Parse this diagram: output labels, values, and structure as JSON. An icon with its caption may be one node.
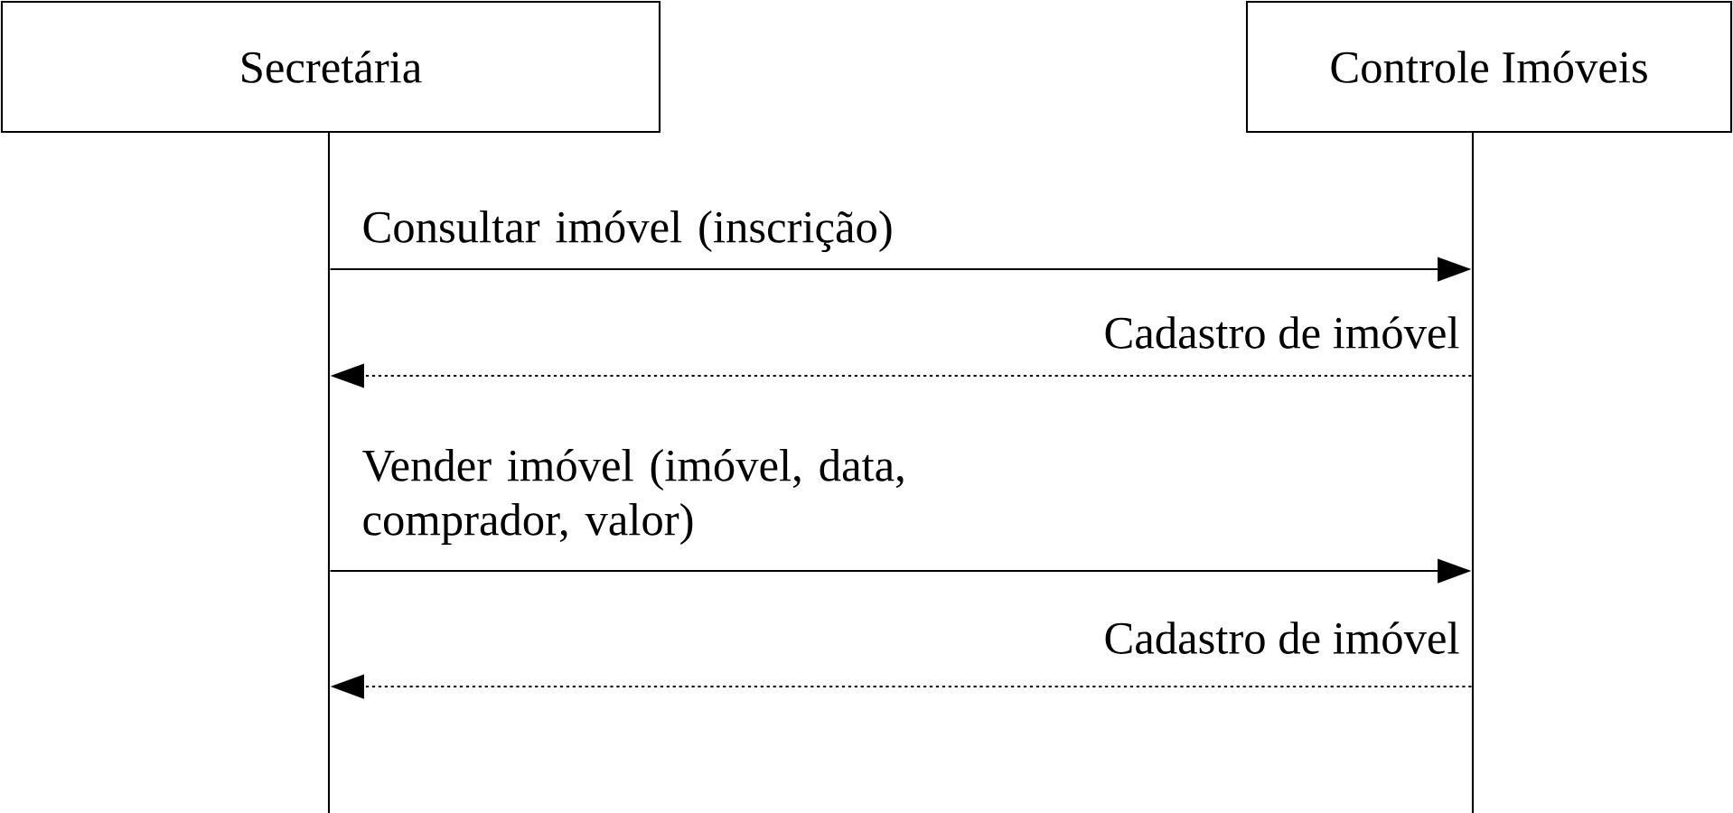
{
  "diagram": {
    "nodes": [
      {
        "text": [
          "Secretária"
        ]
      },
      {
        "text": [
          "Controle Imóveis"
        ]
      },
      {
        "text": [],
        "shape": "bar"
      },
      {
        "text": [],
        "shape": "bar"
      }
    ],
    "edges": [
      {
        "from": 2,
        "to": 3,
        "arrow": "to",
        "label": "Consultar imóvel (inscrição)"
      },
      {
        "from": 3,
        "to": 2,
        "arrow": "to",
        "label": "Cadastro de imóvel",
        "style": "dashed"
      },
      {
        "from": 2,
        "to": 3,
        "arrow": "to",
        "label": "Vender imóvel (imóvel, data, comprador, valor)"
      },
      {
        "from": 3,
        "to": 2,
        "arrow": "to",
        "label": "Cadastro de imóvel",
        "style": "dashed"
      }
    ]
  }
}
